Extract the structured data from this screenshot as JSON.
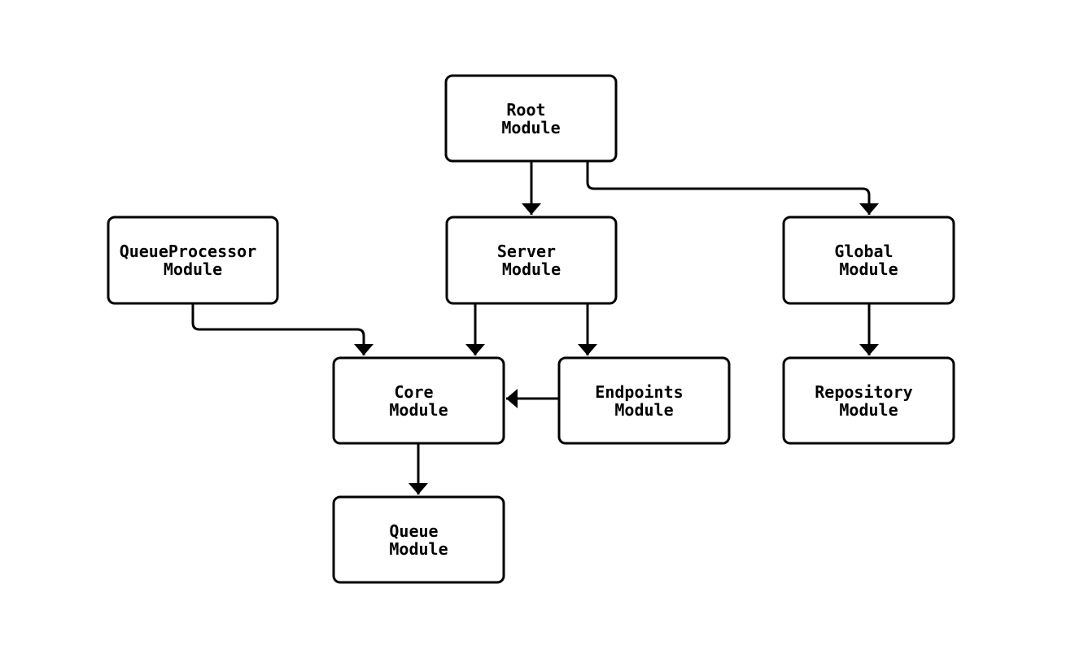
{
  "diagram": {
    "type": "flowchart",
    "direction": "top-down",
    "colors": {
      "background": "#ffffff",
      "box-fill": "#ffffff",
      "stroke": "#000000"
    },
    "nodes": {
      "root": {
        "line1": "Root",
        "line2": "Module"
      },
      "queueprocessor": {
        "line1": "QueueProcessor",
        "line2": "Module"
      },
      "server": {
        "line1": "Server",
        "line2": "Module"
      },
      "global": {
        "line1": "Global",
        "line2": "Module"
      },
      "core": {
        "line1": "Core",
        "line2": "Module"
      },
      "endpoints": {
        "line1": "Endpoints",
        "line2": "Module"
      },
      "repository": {
        "line1": "Repository",
        "line2": "Module"
      },
      "queue": {
        "line1": "Queue",
        "line2": "Module"
      }
    },
    "edges": [
      {
        "from": "Root Module",
        "to": "Server Module"
      },
      {
        "from": "Root Module",
        "to": "Global Module"
      },
      {
        "from": "QueueProcessor Module",
        "to": "Core Module"
      },
      {
        "from": "Server Module",
        "to": "Core Module"
      },
      {
        "from": "Server Module",
        "to": "Endpoints Module"
      },
      {
        "from": "Endpoints Module",
        "to": "Core Module"
      },
      {
        "from": "Core Module",
        "to": "Queue Module"
      },
      {
        "from": "Global Module",
        "to": "Repository Module"
      }
    ]
  }
}
